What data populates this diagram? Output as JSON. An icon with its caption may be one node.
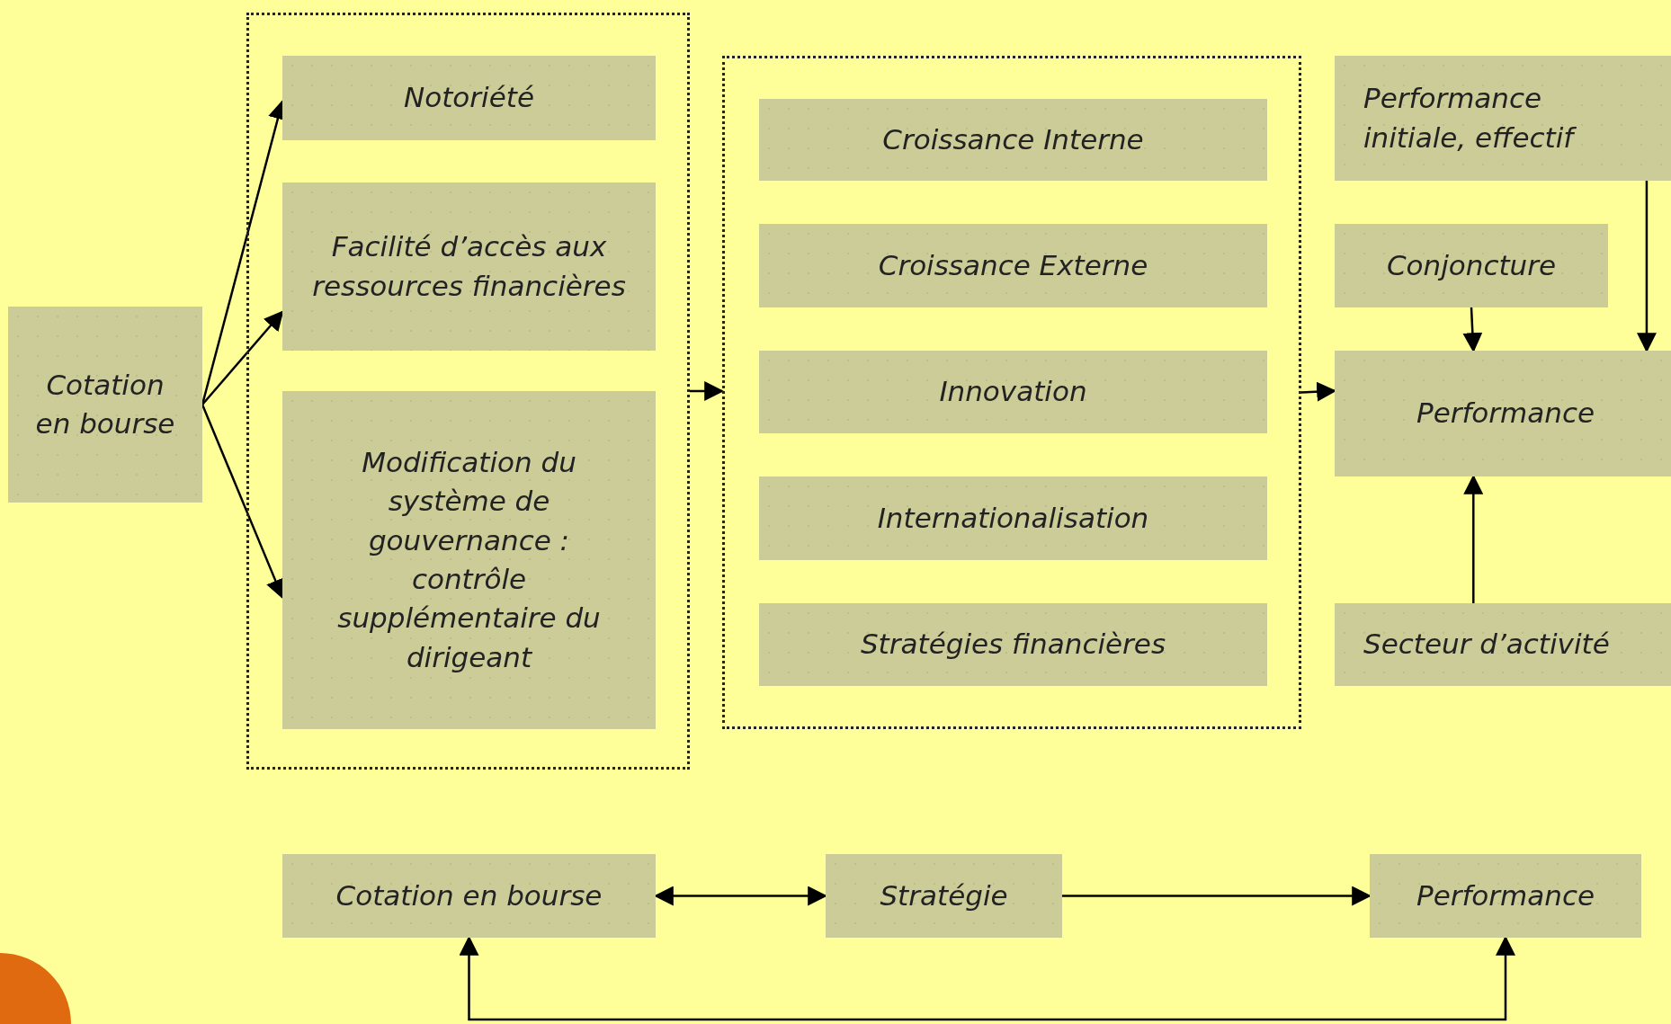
{
  "diagram": {
    "nodes": [
      {
        "text": [
          "Cotation en bourse"
        ]
      },
      {
        "text": [],
        "shape": "box"
      },
      {
        "text": [
          "Notoriété"
        ],
        "in": 1
      },
      {
        "text": [
          "Facilité d’accès aux ressources financières"
        ],
        "in": 1
      },
      {
        "text": [
          "Modification du système de gouvernance : contrôle supplémentaire du dirigeant"
        ],
        "in": 1
      },
      {
        "text": [],
        "shape": "box"
      },
      {
        "text": [
          "Croissance Interne"
        ],
        "in": 5
      },
      {
        "text": [
          "Croissance Externe"
        ],
        "in": 5
      },
      {
        "text": [
          "Innovation"
        ],
        "in": 5
      },
      {
        "text": [
          "Internationalisation"
        ],
        "in": 5
      },
      {
        "text": [
          "Stratégies financières"
        ],
        "in": 5
      },
      {
        "text": [
          "Performance initiale, effectif"
        ]
      },
      {
        "text": [
          "Conjoncture"
        ]
      },
      {
        "text": [
          "Performance"
        ]
      },
      {
        "text": [
          "Secteur d’activité"
        ]
      },
      {
        "text": [
          "Cotation  en bourse"
        ]
      },
      {
        "text": [
          "Stratégie"
        ]
      },
      {
        "text": [
          "Performance"
        ]
      }
    ],
    "edges": [
      {
        "from": 0,
        "to": 2,
        "arrow": "to"
      },
      {
        "from": 0,
        "to": 3,
        "arrow": "to"
      },
      {
        "from": 0,
        "to": 4,
        "arrow": "to"
      },
      {
        "from": 1,
        "to": 5,
        "arrow": "to"
      },
      {
        "from": 5,
        "to": 13,
        "arrow": "to"
      },
      {
        "from": 11,
        "to": 13,
        "arrow": "to"
      },
      {
        "from": 12,
        "to": 13,
        "arrow": "to"
      },
      {
        "from": 14,
        "to": 13,
        "arrow": "to"
      },
      {
        "from": 15,
        "to": 16,
        "arrow": "both"
      },
      {
        "from": 16,
        "to": 17,
        "arrow": "to"
      },
      {
        "from": 15,
        "to": 17,
        "arrow": "both"
      }
    ]
  }
}
